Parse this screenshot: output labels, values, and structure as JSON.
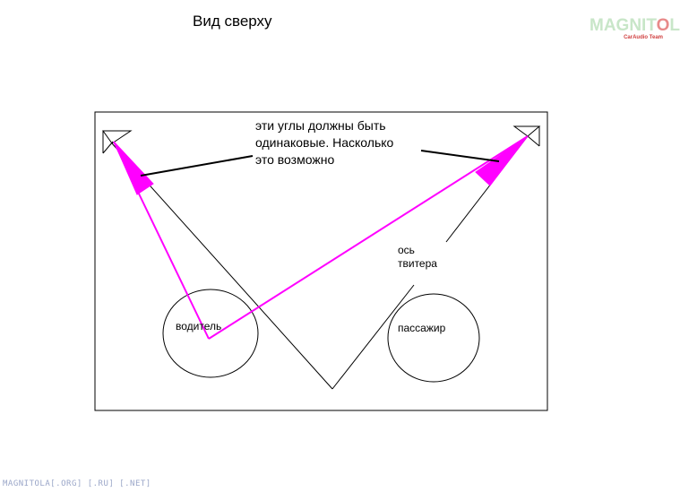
{
  "title": "Вид сверху",
  "logo": {
    "main_before": "MAGNIT",
    "main_o": "O",
    "main_after": "LA",
    "sub": "CarAudio Team"
  },
  "note": {
    "line1": "эти углы должны быть",
    "line2": "одинаковые. Насколько",
    "line3": "это возможно"
  },
  "labels": {
    "driver": "водитель",
    "passenger": "пассажир",
    "axis_line1": "ось",
    "axis_line2": "твитера"
  },
  "footer": "MAGNITOLA[.ORG] [.RU] [.NET]",
  "colors": {
    "magenta": "#ff00ff",
    "line": "#000000"
  }
}
